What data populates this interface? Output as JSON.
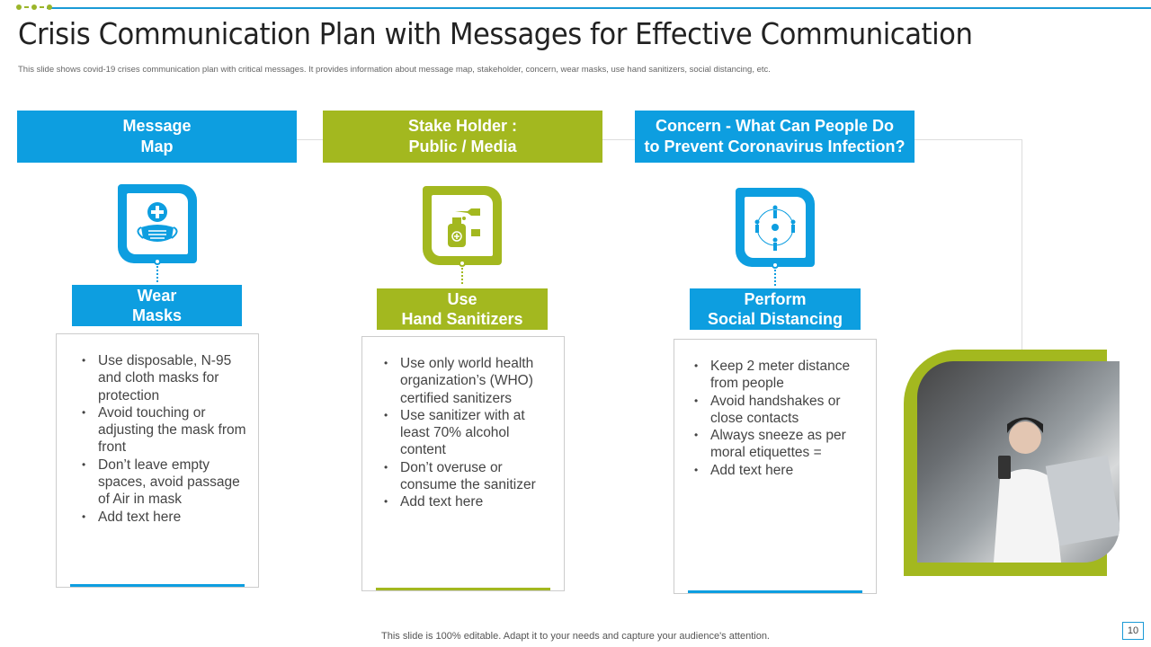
{
  "title": "Crisis Communication Plan with Messages for Effective Communication",
  "subtitle": "This slide shows covid-19 crises communication plan with critical messages. It provides information about message map,  stakeholder, concern, wear masks, use hand sanitizers, social distancing, etc.",
  "headers": [
    {
      "line1": "Message",
      "line2": "Map",
      "color": "#0d9ee0"
    },
    {
      "line1": "Stake Holder :",
      "line2": "Public / Media",
      "color": "#a3b81f"
    },
    {
      "line1": "Concern  - What Can People Do",
      "line2": "to Prevent Coronavirus Infection?",
      "color": "#0d9ee0"
    }
  ],
  "columns": [
    {
      "icon": "face-mask-icon",
      "line1": "Wear",
      "line2": "Masks",
      "color": "#0d9ee0",
      "bullets": [
        "Use disposable, N-95 and cloth masks for protection",
        "Avoid touching or adjusting the mask from front",
        "Don’t leave empty spaces, avoid passage of Air in mask",
        "Add text here"
      ]
    },
    {
      "icon": "hand-sanitizer-icon",
      "line1": "Use",
      "line2": "Hand Sanitizers",
      "color": "#a3b81f",
      "bullets": [
        "Use only world health organization’s (WHO) certified sanitizers",
        "Use sanitizer with at least 70% alcohol content",
        "Don’t overuse or consume the sanitizer",
        "Add text here"
      ]
    },
    {
      "icon": "social-distancing-icon",
      "line1": "Perform",
      "line2": "Social Distancing",
      "color": "#0d9ee0",
      "bullets": [
        "Keep 2 meter distance from people",
        "Avoid handshakes or close contacts",
        "Always sneeze as per moral etiquettes =",
        "Add text here"
      ]
    }
  ],
  "footer": "This slide is 100% editable. Adapt it to your needs and capture your audience's attention.",
  "page_number": "10"
}
